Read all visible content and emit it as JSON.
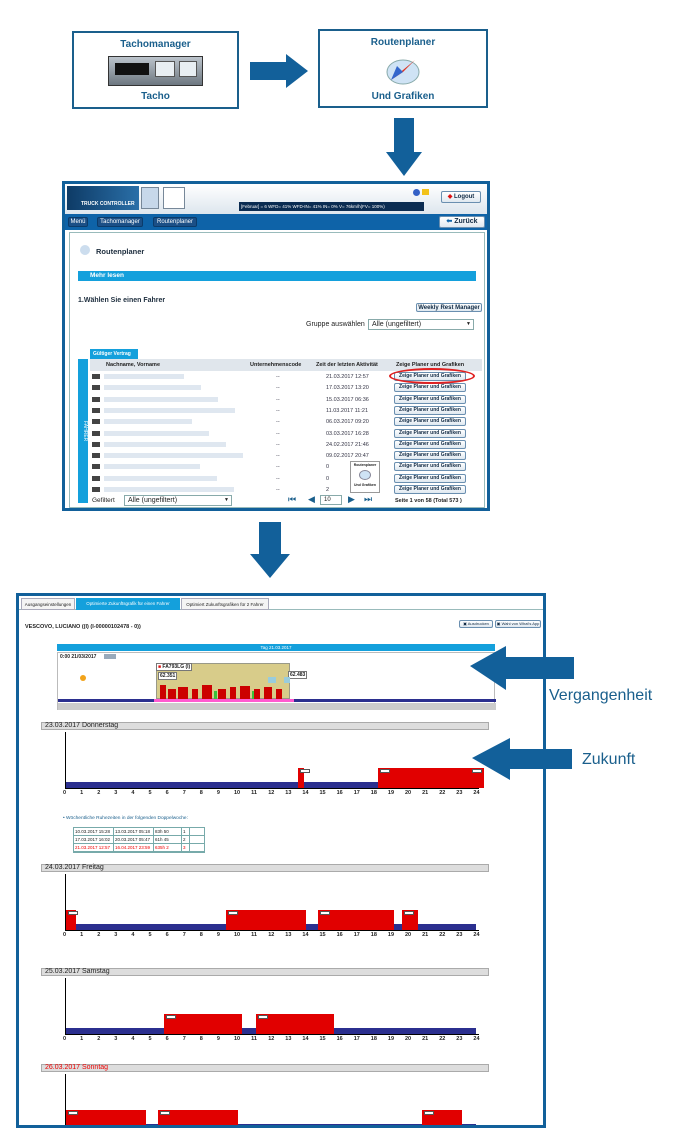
{
  "top": {
    "box1_title": "Tachomanager",
    "box1_caption": "Tacho",
    "box2_title": "Routenplaner",
    "box2_caption": "Und Grafiken"
  },
  "app": {
    "brand": "TRUCK CONTROLLER",
    "status": "[Februar] = 6 WFD= 41% WFD-IN= 41% IN= 0% V= 76km/h(FV= 100%)",
    "logout": "Logout",
    "nav": [
      "Menü",
      "Tachomanager",
      "Routenplaner"
    ],
    "back": "Zurück",
    "page_title": "Routenplaner",
    "more": "Mehr lesen",
    "step1": "1.Wählen Sie einen Fahrer",
    "weekly_rest": "Weekly Rest Manager",
    "group_label": "Gruppe auswählen",
    "group_value": "Alle (ungefiltert)",
    "tab": "Gültiger Vertrag",
    "side_label": "FAHRER",
    "columns": [
      "Nachname, Vorname",
      "Unternehmenscode",
      "Zeit der letzten Aktivität",
      "Zeige Planer und Grafiken"
    ],
    "rows": [
      {
        "code": "--",
        "time": "21.03.2017 12:57"
      },
      {
        "code": "--",
        "time": "17.03.2017 13:20"
      },
      {
        "code": "--",
        "time": "15.03.2017 06:36"
      },
      {
        "code": "--",
        "time": "11.03.2017 11:21"
      },
      {
        "code": "--",
        "time": "06.03.2017 09:20"
      },
      {
        "code": "--",
        "time": "03.03.2017 16:28"
      },
      {
        "code": "--",
        "time": "24.02.2017 21:46"
      },
      {
        "code": "--",
        "time": "09.02.2017 20:47"
      },
      {
        "code": "--",
        "time": "0"
      },
      {
        "code": "--",
        "time": "0"
      },
      {
        "code": "--",
        "time": "2"
      }
    ],
    "row_button": "Zeige Planer und Grafiken",
    "popup_title": "Routenplaner",
    "popup_caption": "Und Grafiken",
    "filter_label": "Gefiltert",
    "filter_value": "Alle (ungefiltert)",
    "page_size": "10",
    "paging": "Seite 1 von 58 (Total 573 )"
  },
  "planner": {
    "tabs": [
      "Ausgangseinstellungen",
      "Optimierte Zukunftsgrafik für einen Fahrer",
      "Optimiert Zukunftsgrafiken für 2 Fahrer"
    ],
    "driver": "VESCOVO, LUCIANO ((I) (I-00000102478 - 0))",
    "print_btn": "Ausdrucken",
    "whatif_btn": "Wahl von What's App",
    "today": "Tag 21.03.2017",
    "start": "0:00 21/03/2017",
    "vehicle": "FA793LG (I)",
    "odo1": "62.351",
    "odo2": "62.483",
    "days": [
      {
        "label": "23.03.2017 Donnerstag",
        "red": false
      },
      {
        "label": "24.03.2017 Freitag",
        "red": false
      },
      {
        "label": "25.03.2017 Samstag",
        "red": false
      },
      {
        "label": "26.03.2017 Sonntag",
        "red": true
      }
    ],
    "rest_heading": "Wöchentliche Ruhezeiten in der folgenden Doppelwoche:",
    "rest_table": [
      [
        "10.03.2017 15:28",
        "13.03.2017 05:18",
        "83h 50",
        "1"
      ],
      [
        "17.03.2017 16:02",
        "20.03.2017 05:47",
        "61h 45",
        "2"
      ],
      [
        "21.03.2017 12:57",
        "16.04.2017 23:59",
        "635h 2",
        "3"
      ]
    ],
    "hours": [
      "0",
      "1",
      "2",
      "3",
      "4",
      "5",
      "6",
      "7",
      "8",
      "9",
      "10",
      "11",
      "12",
      "13",
      "14",
      "15",
      "16",
      "17",
      "18",
      "19",
      "20",
      "21",
      "22",
      "23",
      "24"
    ]
  },
  "side_labels": {
    "past": "Vergangenheit",
    "future": "Zukunft"
  },
  "colors": {
    "accent": "#12609a",
    "drive": "#e10000",
    "rest": "#2b2f8f"
  }
}
